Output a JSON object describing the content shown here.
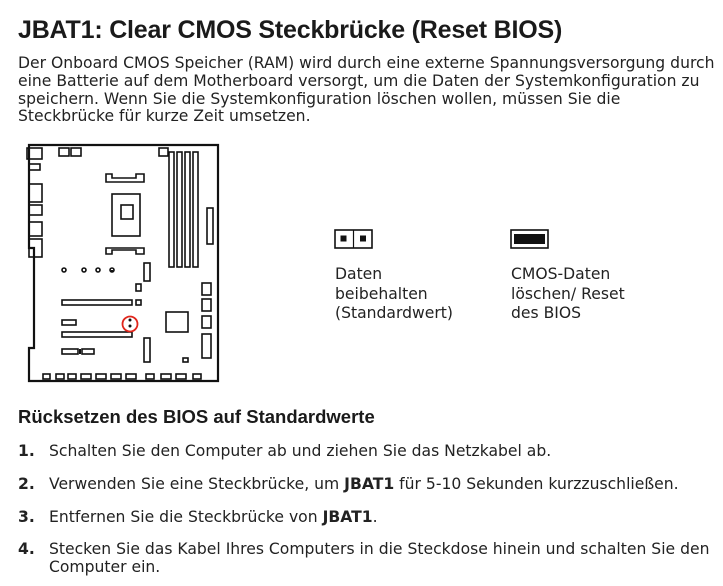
{
  "title": "JBAT1: Clear CMOS Steckbrücke (Reset BIOS)",
  "intro": "Der Onboard CMOS Speicher (RAM) wird durch eine externe Spannungsversorgung durch eine Batterie auf dem Motherboard versorgt, um die Daten der Systemkonfiguration zu speichern. Wenn Sie die Systemkonfiguration löschen wollen, müssen Sie die Steckbrücke für kurze Zeit umsetzen.",
  "jumper_open": {
    "caption": "Daten\nbeibehalten\n(Standardwert)",
    "icon": "jumper-open-icon"
  },
  "jumper_closed": {
    "caption": "CMOS-Daten\nlöschen/ Reset\ndes BIOS",
    "icon": "jumper-closed-icon"
  },
  "colors": {
    "text": "#1a1a1a",
    "highlight": "#e0251b"
  },
  "steps_heading": "Rücksetzen des BIOS auf Standardwerte",
  "steps": [
    {
      "num": "1.",
      "pre": "Schalten Sie den Computer ab und ziehen Sie das Netzkabel ab.",
      "bold": "",
      "post": ""
    },
    {
      "num": "2.",
      "pre": "Verwenden Sie eine Steckbrücke, um ",
      "bold": "JBAT1",
      "post": " für 5-10 Sekunden kurzzuschließen."
    },
    {
      "num": "3.",
      "pre": "Entfernen Sie die Steckbrücke von ",
      "bold": "JBAT1",
      "post": "."
    },
    {
      "num": "4.",
      "pre": "Stecken Sie das Kabel Ihres Computers in die Steckdose hinein und schalten Sie den Computer ein.",
      "bold": "",
      "post": ""
    }
  ]
}
